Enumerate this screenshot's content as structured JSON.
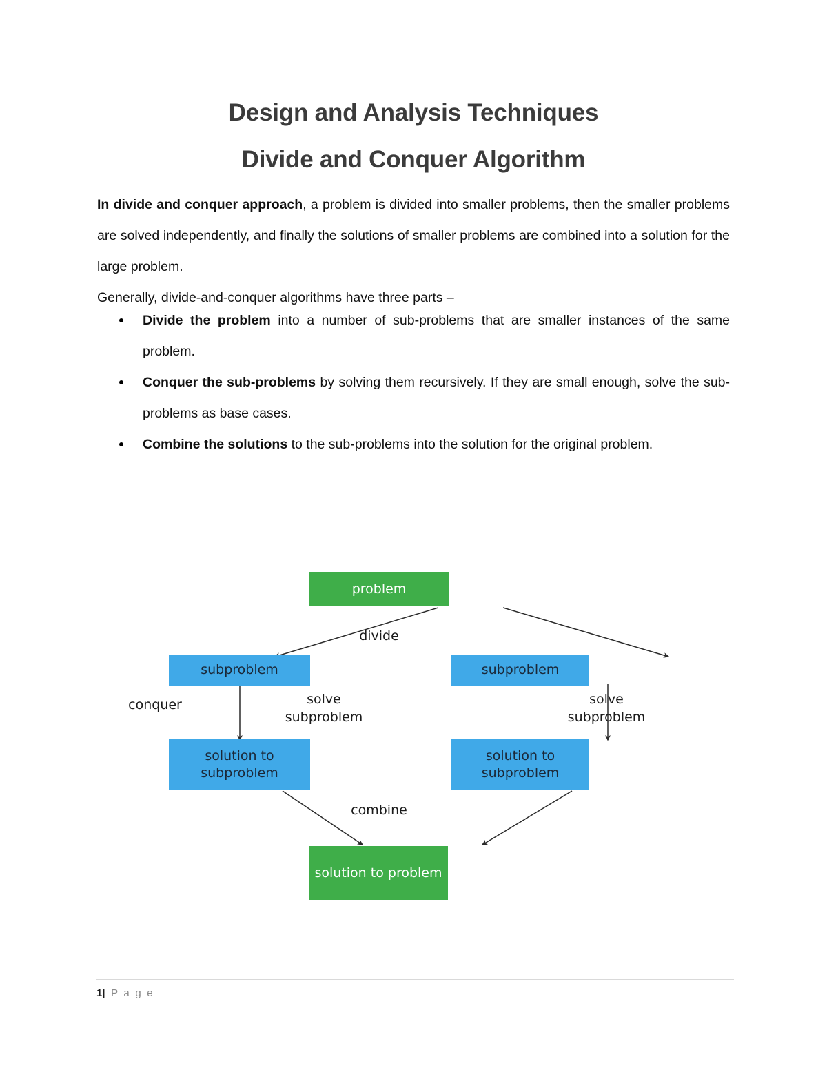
{
  "document": {
    "title_main": "Design and Analysis Techniques",
    "title_sub": "Divide and Conquer Algorithm",
    "paragraphs": {
      "intro_bold": "In divide and conquer approach",
      "intro_rest": ", a problem is divided into smaller problems, then the smaller problems are solved independently, and finally the solutions of smaller problems are combined into a solution for the large problem.",
      "generally": "Generally, divide-and-conquer algorithms have three parts –"
    },
    "bullets": [
      {
        "bold": "Divide the problem",
        "rest": " into a number of sub-problems that are smaller instances of the same problem."
      },
      {
        "bold": "Conquer the sub-problems",
        "rest": " by solving them recursively. If they are small enough, solve the sub-problems as base cases."
      },
      {
        "bold": "Combine the solutions",
        "rest": " to the sub-problems into the solution for the original problem."
      }
    ]
  },
  "diagram": {
    "colors": {
      "green": "#3fae49",
      "blue": "#40a9e8",
      "arrow": "#2b2b2b",
      "green_text": "#ffffff",
      "blue_text": "#1b2838"
    },
    "nodes": {
      "problem": "problem",
      "subproblem_left": "subproblem",
      "subproblem_right": "subproblem",
      "solution_sub_left": "solution to\nsubproblem",
      "solution_sub_right": "solution to\nsubproblem",
      "solution_problem": "solution to\nproblem"
    },
    "labels": {
      "divide": "divide",
      "conquer": "conquer",
      "solve_left": "solve\nsubproblem",
      "solve_right": "solve\nsubproblem",
      "combine": "combine"
    }
  },
  "footer": {
    "page_number": "1",
    "separator": "|",
    "page_word": "P a g e"
  }
}
